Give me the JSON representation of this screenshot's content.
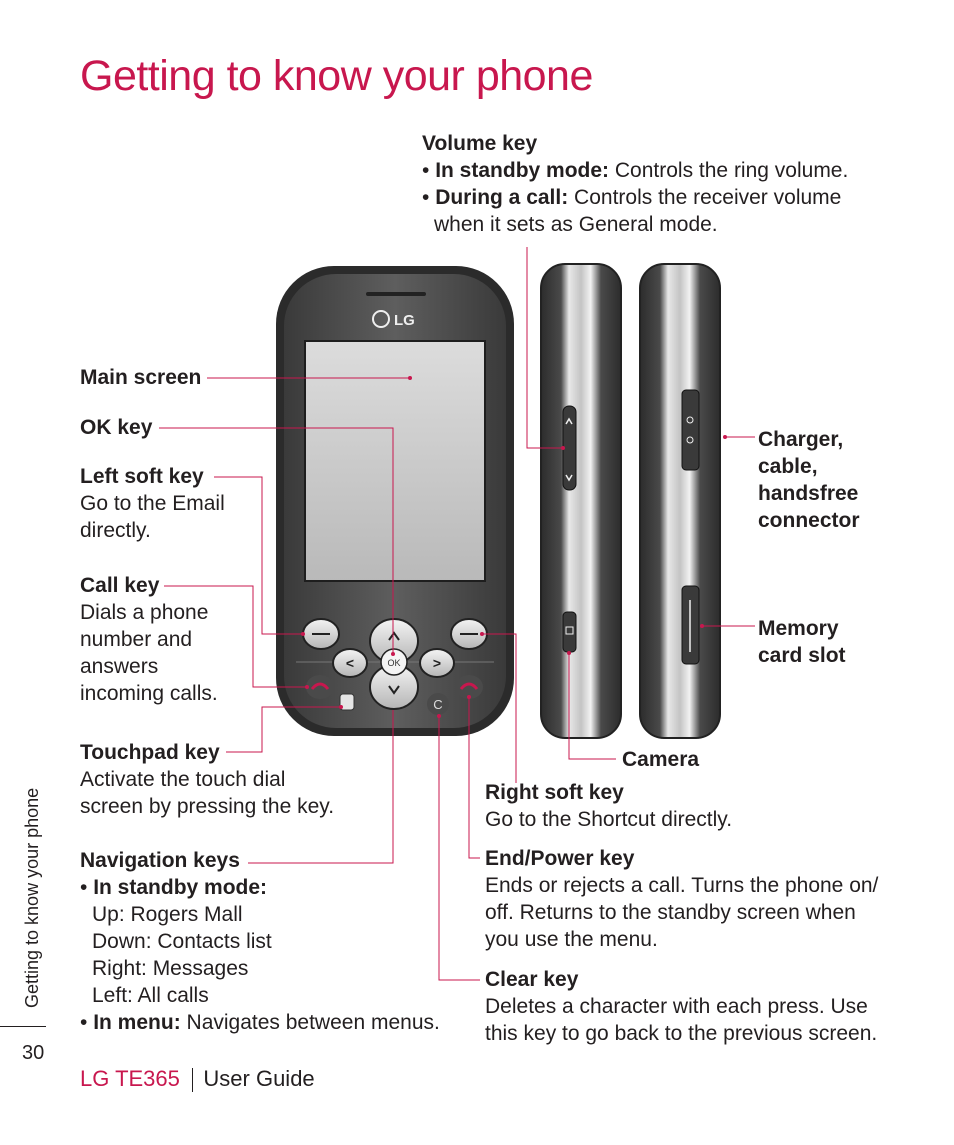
{
  "page_title": "Getting to know your phone",
  "side_tab": "Getting to know your phone",
  "page_number": "30",
  "footer": {
    "model": "LG TE365",
    "guide": "User Guide"
  },
  "phone_logo": "LG",
  "keys": {
    "ok_label": "OK",
    "left_arrow": "<",
    "right_arrow": ">",
    "up_arrow": "^",
    "down_arrow": "v",
    "clear_glyph": "C"
  },
  "volume_key": {
    "title": "Volume key",
    "b1_bold": "In standby mode:",
    "b1_text": " Controls the ring volume.",
    "b2_bold": "During a call:",
    "b2_text": " Controls the receiver volume",
    "b2_text2": "when it sets as General mode."
  },
  "main_screen": {
    "title": "Main screen"
  },
  "ok_key": {
    "title": "OK key"
  },
  "left_soft_key": {
    "title": "Left soft key",
    "line1": "Go to the Email",
    "line2": "directly."
  },
  "call_key": {
    "title": "Call key",
    "line1": "Dials a phone",
    "line2": "number and",
    "line3": "answers",
    "line4": "incoming calls."
  },
  "touchpad_key": {
    "title": "Touchpad key",
    "line1": "Activate the touch dial",
    "line2": "screen by pressing the key."
  },
  "navigation_keys": {
    "title": "Navigation keys",
    "b1_bold": "In standby mode:",
    "up": "Up: Rogers Mall",
    "down": "Down: Contacts list",
    "right": "Right: Messages",
    "left": "Left: All calls",
    "b2_bold": "In menu:",
    "b2_text": " Navigates between menus."
  },
  "charger": {
    "line1": "Charger,",
    "line2": "cable,",
    "line3": "handsfree",
    "line4": "connector"
  },
  "memory": {
    "line1": "Memory",
    "line2": "card slot"
  },
  "camera": {
    "title": "Camera"
  },
  "right_soft_key": {
    "title": "Right soft key",
    "line1": "Go to the Shortcut directly."
  },
  "end_power_key": {
    "title": "End/Power key",
    "line1": "Ends or rejects a call. Turns the phone on/",
    "line2": "off. Returns to the standby screen when",
    "line3": "you use the menu."
  },
  "clear_key": {
    "title": "Clear key",
    "line1": "Deletes a character with each press. Use",
    "line2": "this key to go back to the previous screen."
  },
  "colors": {
    "accent": "#c8174e",
    "leader": "#c8174e",
    "phone_body": "#555555",
    "phone_rim": "#2b2b2b"
  }
}
